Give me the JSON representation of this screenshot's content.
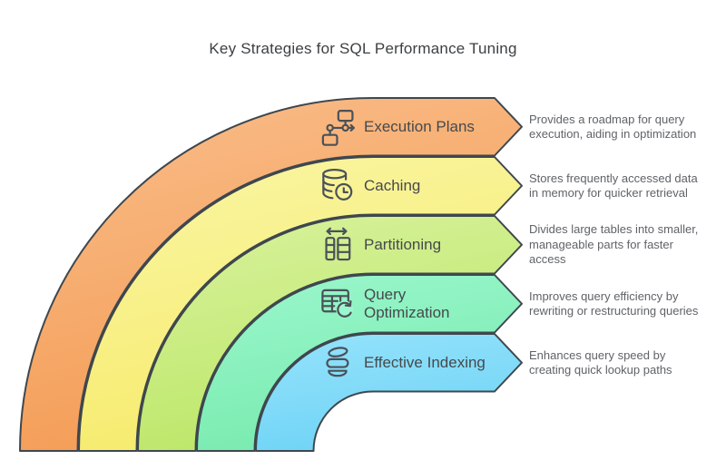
{
  "title": "Key Strategies for SQL Performance Tuning",
  "colors": {
    "background": "#FFFFFF",
    "outline": "#3F474E",
    "icon_stroke": "#4A5158",
    "title_text": "#3C4043",
    "label_text": "#46494D",
    "desc_text": "#5F6368"
  },
  "strategies": [
    {
      "label": "Execution Plans",
      "icon": "flowchart-arrow-icon",
      "description": "Provides a roadmap for query execution, aiding in optimization",
      "color_light": "#F9BE8B",
      "color_dark": "#F49C55"
    },
    {
      "label": "Caching",
      "icon": "database-clock-icon",
      "description": "Stores frequently accessed data in memory for quicker retrieval",
      "color_light": "#FAF6A6",
      "color_dark": "#F6EB6C"
    },
    {
      "label": "Partitioning",
      "icon": "split-table-icon",
      "description": "Divides large tables into smaller, manageable parts for faster access",
      "color_light": "#D9F29E",
      "color_dark": "#BCE768"
    },
    {
      "label": "Query Optimization",
      "icon": "table-refresh-icon",
      "description": "Improves query efficiency by rewriting or restructuring queries",
      "color_light": "#9BF7CD",
      "color_dark": "#79EBAF"
    },
    {
      "label": "Effective Indexing",
      "icon": "layered-disc-icon",
      "description": "Enhances query speed by creating quick lookup paths",
      "color_light": "#96E3FB",
      "color_dark": "#70D4F6"
    }
  ]
}
